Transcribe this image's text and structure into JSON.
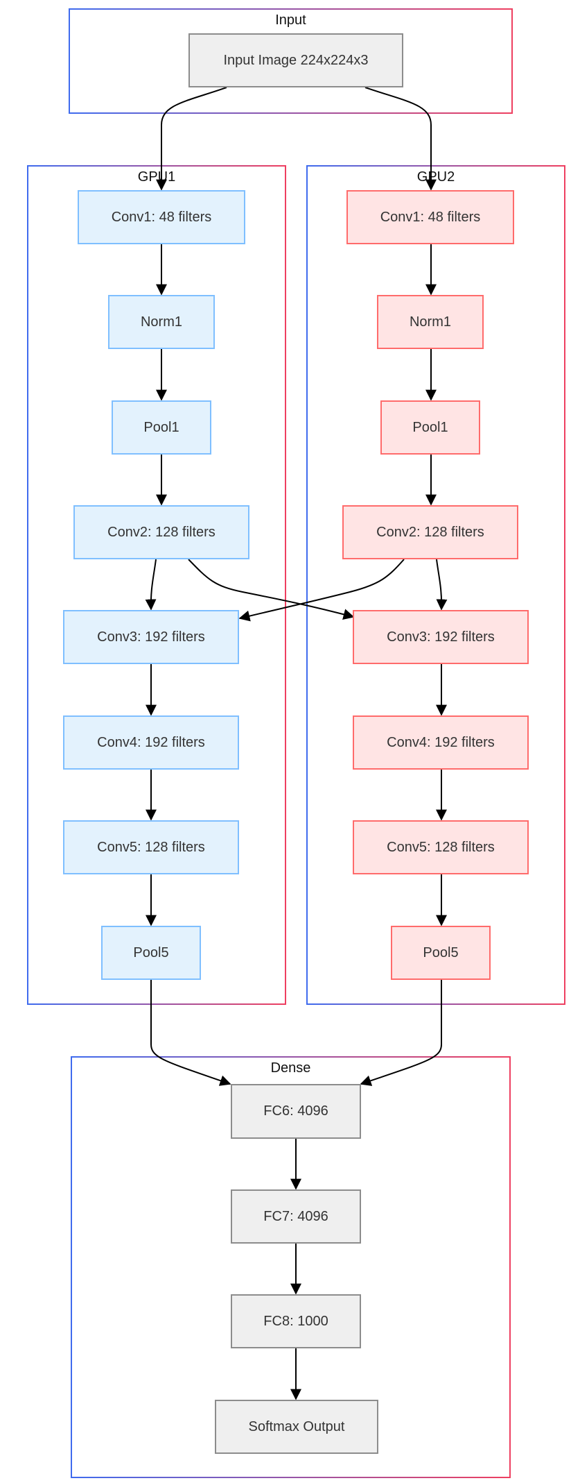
{
  "clusters": {
    "input": {
      "label": "Input"
    },
    "gpu1": {
      "label": "GPU1"
    },
    "gpu2": {
      "label": "GPU2"
    },
    "dense": {
      "label": "Dense"
    }
  },
  "nodes": {
    "input_image": "Input Image 224x224x3",
    "gpu1": {
      "conv1": "Conv1: 48 filters",
      "norm1": "Norm1",
      "pool1": "Pool1",
      "conv2": "Conv2: 128 filters",
      "conv3": "Conv3: 192 filters",
      "conv4": "Conv4: 192 filters",
      "conv5": "Conv5: 128 filters",
      "pool5": "Pool5"
    },
    "gpu2": {
      "conv1": "Conv1: 48 filters",
      "norm1": "Norm1",
      "pool1": "Pool1",
      "conv2": "Conv2: 128 filters",
      "conv3": "Conv3: 192 filters",
      "conv4": "Conv4: 192 filters",
      "conv5": "Conv5: 128 filters",
      "pool5": "Pool5"
    },
    "dense": {
      "fc6": "FC6: 4096",
      "fc7": "FC7: 4096",
      "fc8": "FC8: 1000",
      "softmax": "Softmax Output"
    }
  }
}
